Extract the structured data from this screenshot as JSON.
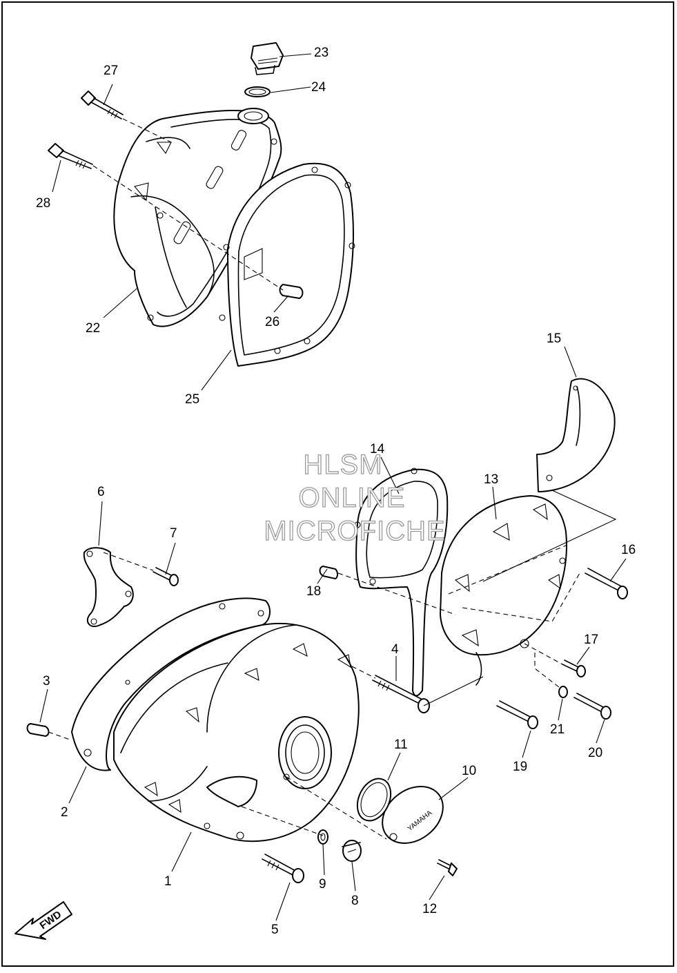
{
  "watermark": {
    "line1": "HLSM",
    "line2": "ONLINE",
    "line3": "MICROFICHE"
  },
  "direction_arrow": {
    "label": "FWD"
  },
  "cover_brand": "YAMAHA",
  "callouts": [
    "1",
    "2",
    "3",
    "4",
    "5",
    "6",
    "7",
    "8",
    "9",
    "10",
    "11",
    "12",
    "13",
    "14",
    "15",
    "16",
    "17",
    "18",
    "19",
    "20",
    "21",
    "22",
    "23",
    "24",
    "25",
    "26",
    "27",
    "28"
  ]
}
